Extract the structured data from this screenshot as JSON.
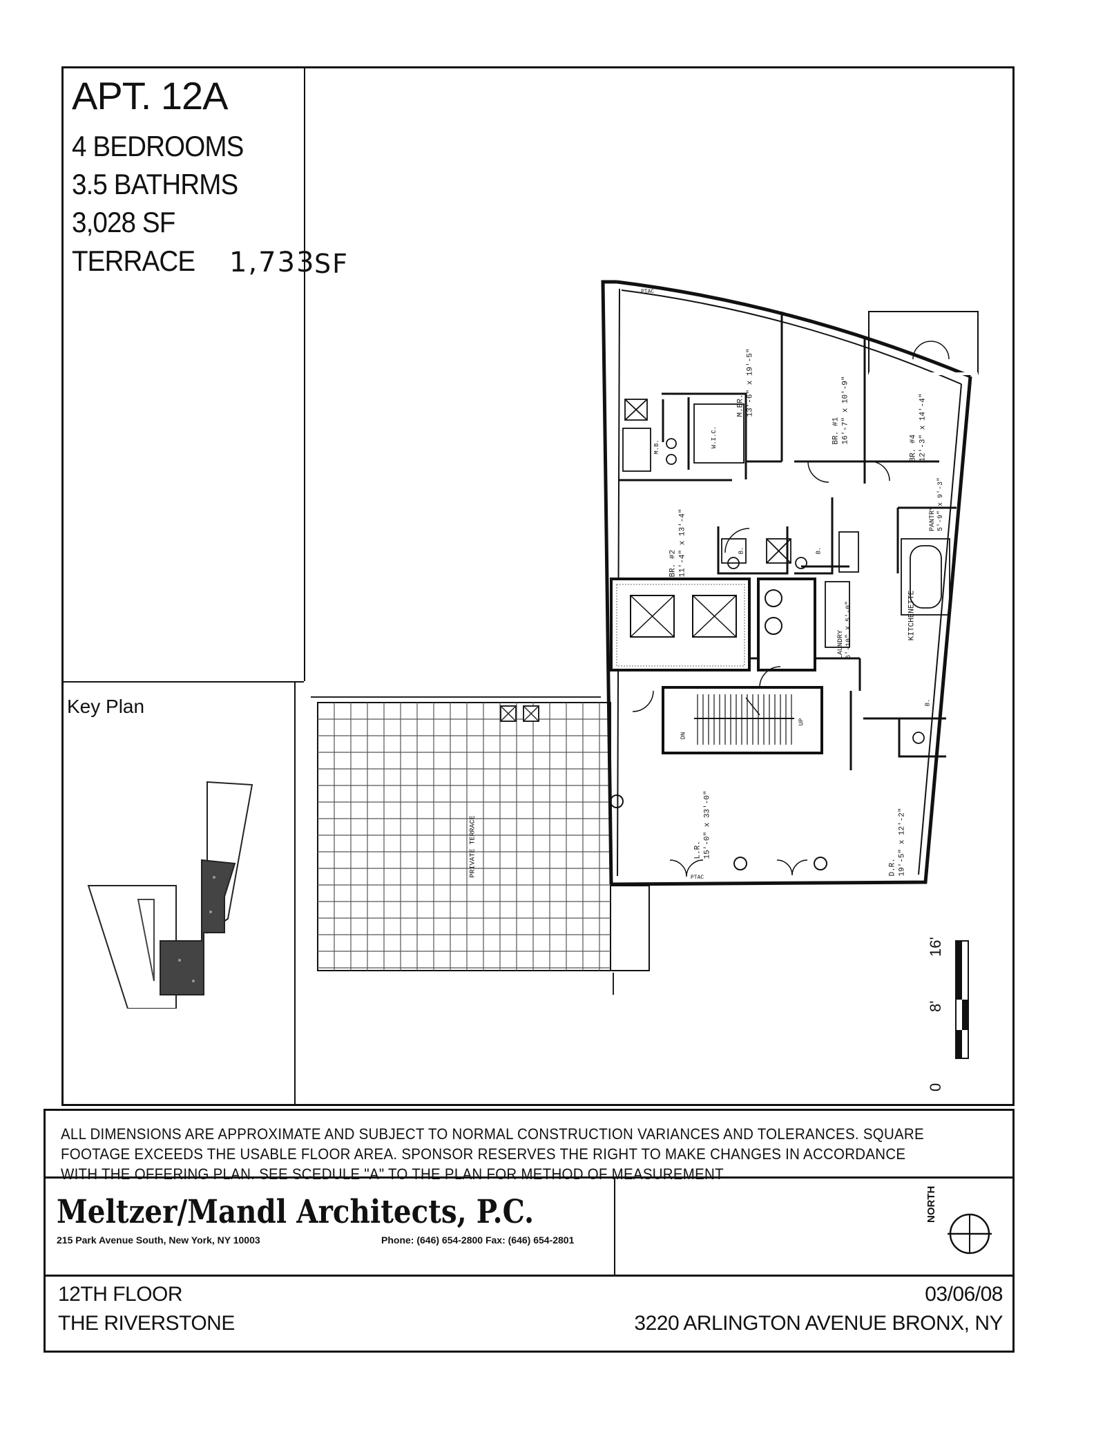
{
  "header": {
    "apt": "APT. 12A",
    "bedrooms": "4 BEDROOMS",
    "bathrooms": "3.5 BATHRMS",
    "area": "3,028 SF",
    "terrace_label": "TERRACE",
    "terrace_value": "1,733",
    "terrace_unit": "SF"
  },
  "key_plan": {
    "label": "Key Plan"
  },
  "rooms": [
    {
      "name": "M.BR.",
      "dims": "13'-6\" x 19'-5\""
    },
    {
      "name": "BR. #1",
      "dims": "16'-7\" x 10'-9\""
    },
    {
      "name": "BR. #4",
      "dims": "12'-3\" x 14'-4\""
    },
    {
      "name": "BR. #2",
      "dims": "11'-4\" x 13'-4\""
    },
    {
      "name": "L.R.",
      "dims": "15'-0\" x 33'-0\""
    },
    {
      "name": "D.R.",
      "dims": "19'-5\" x 12'-2\""
    },
    {
      "name": "PANTRY",
      "dims": "5'-9\" x 9'-3\""
    },
    {
      "name": "LAUNDRY",
      "dims": "6'-10\" X 5'-0\""
    }
  ],
  "labels": {
    "mb": "M.B.",
    "wic": "W.I.C.",
    "b": "B.",
    "kitchenette": "KITCHENETTE",
    "terrace": "PRIVATE TERRACE",
    "ptac": "PTAC",
    "up": "UP",
    "dn": "DN"
  },
  "scale": {
    "zero": "0",
    "mid": "8'",
    "max": "16'"
  },
  "notes": "ALL DIMENSIONS ARE APPROXIMATE AND SUBJECT TO NORMAL CONSTRUCTION VARIANCES AND TOLERANCES.  SQUARE FOOTAGE EXCEEDS THE USABLE FLOOR AREA.  SPONSOR RESERVES THE RIGHT TO MAKE CHANGES IN ACCORDANCE WITH THE OFFERING PLAN.  SEE SCEDULE \"A\" TO THE PLAN FOR METHOD OF MEASUREMENT",
  "firm": {
    "name": "Meltzer/Mandl Architects, P.C.",
    "address": "215 Park Avenue South, New York, NY 10003",
    "phone": "Phone: (646) 654-2800  Fax: (646) 654-2801",
    "north": "NORTH"
  },
  "footer": {
    "floor": "12TH FLOOR",
    "building": "THE RIVERSTONE",
    "date": "03/06/08",
    "address": "3220 ARLINGTON AVENUE BRONX, NY"
  }
}
